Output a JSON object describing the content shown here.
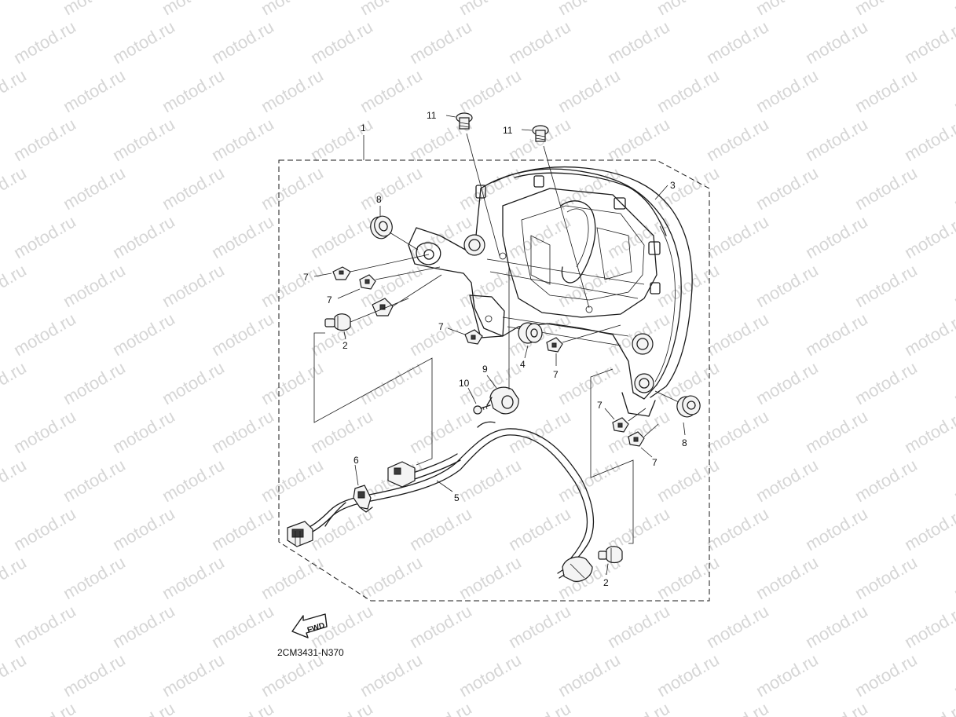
{
  "watermark": {
    "text": "motod.ru"
  },
  "callouts": {
    "c1": "1",
    "c2a": "2",
    "c2b": "2",
    "c3": "3",
    "c4": "4",
    "c5": "5",
    "c6": "6",
    "c7a": "7",
    "c7b": "7",
    "c7c": "7",
    "c7d": "7",
    "c7e": "7",
    "c7f": "7",
    "c8a": "8",
    "c8b": "8",
    "c9": "9",
    "c10": "10",
    "c11a": "11",
    "c11b": "11"
  },
  "fwd_label": "FWD",
  "drawing_code": "2CM3431-N370"
}
